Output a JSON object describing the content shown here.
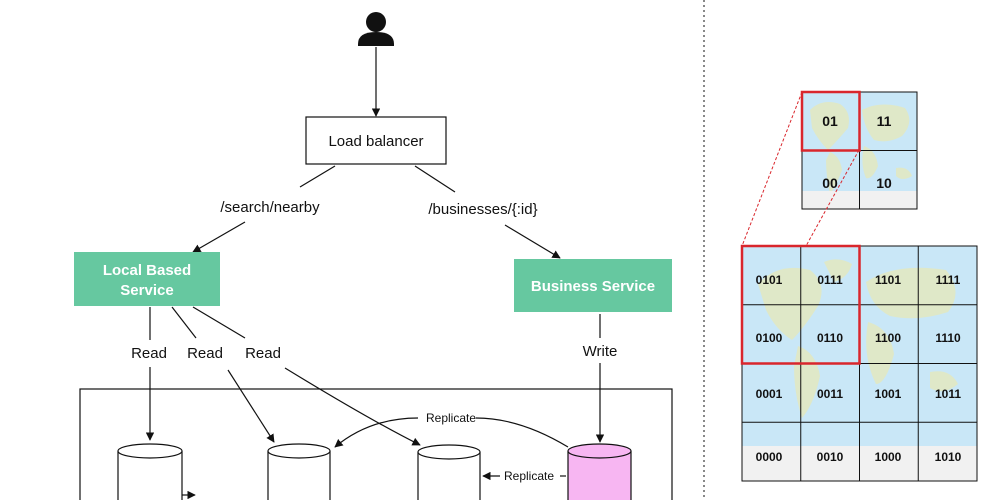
{
  "load_balancer": {
    "label": "Load balancer"
  },
  "edges": {
    "search_nearby": "/search/nearby",
    "businesses_id": "/businesses/{:id}",
    "read_1": "Read",
    "read_2": "Read",
    "read_3": "Read",
    "write": "Write",
    "replicate_top": "Replicate",
    "replicate_right": "Replicate"
  },
  "services": {
    "lbs_line1": "Local Based",
    "lbs_line2": "Service",
    "business": "Business Service"
  },
  "geohash": {
    "top_grid": [
      "01",
      "11",
      "00",
      "10"
    ],
    "bottom_grid": [
      [
        "0101",
        "0111",
        "1101",
        "1111"
      ],
      [
        "0100",
        "0110",
        "1100",
        "1110"
      ],
      [
        "0001",
        "0011",
        "1001",
        "1011"
      ],
      [
        "0000",
        "0010",
        "1000",
        "1010"
      ]
    ]
  },
  "colors": {
    "service_green": "#66c8a0",
    "primary_db_pink": "#f7b6f2",
    "highlight_red": "#d9262c",
    "map_ocean": "#c9e7f7",
    "map_land": "#dfe8c8"
  },
  "icons": {
    "user": "user-icon"
  }
}
